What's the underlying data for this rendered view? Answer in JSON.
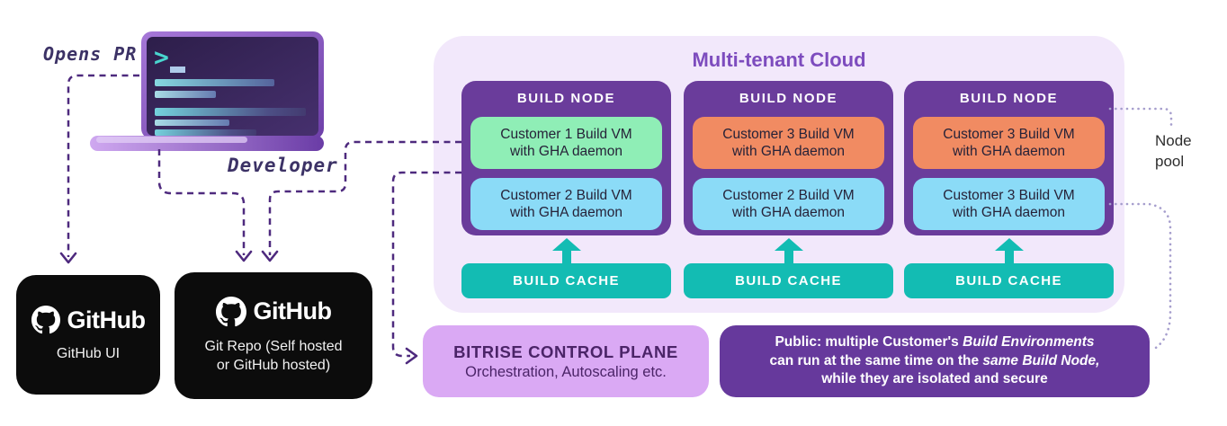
{
  "labels": {
    "opens_pr": "Opens PR",
    "developer": "Developer",
    "node_pool_line1": "Node",
    "node_pool_line2": "pool"
  },
  "github_ui": {
    "brand": "GitHub",
    "caption": "GitHub UI"
  },
  "git_repo": {
    "brand": "GitHub",
    "caption_line1": "Git Repo (Self hosted",
    "caption_line2": "or GitHub hosted)"
  },
  "cloud": {
    "title": "Multi-tenant Cloud",
    "nodes": [
      {
        "title": "BUILD NODE",
        "cache_label": "BUILD CACHE",
        "vms": [
          {
            "line1": "Customer 1 Build VM",
            "line2": "with GHA daemon",
            "color": "#8feeb6"
          },
          {
            "line1": "Customer 2 Build VM",
            "line2": "with GHA daemon",
            "color": "#8bdbf7"
          }
        ]
      },
      {
        "title": "BUILD NODE",
        "cache_label": "BUILD CACHE",
        "vms": [
          {
            "line1": "Customer 3 Build VM",
            "line2": "with GHA daemon",
            "color": "#f18b62"
          },
          {
            "line1": "Customer 2 Build VM",
            "line2": "with GHA daemon",
            "color": "#8bdbf7"
          }
        ]
      },
      {
        "title": "BUILD NODE",
        "cache_label": "BUILD CACHE",
        "vms": [
          {
            "line1": "Customer 3 Build VM",
            "line2": "with GHA daemon",
            "color": "#f18b62"
          },
          {
            "line1": "Customer 3 Build VM",
            "line2": "with GHA daemon",
            "color": "#8bdbf7"
          }
        ]
      }
    ]
  },
  "control_plane": {
    "title": "BITRISE CONTROL PLANE",
    "subtitle": "Orchestration, Autoscaling etc."
  },
  "public_note": {
    "lines": [
      [
        {
          "text": "Public: multiple Customer's ",
          "italic": false
        },
        {
          "text": "Build Environments",
          "italic": true
        }
      ],
      [
        {
          "text": "can run at the same time on the ",
          "italic": false
        },
        {
          "text": "same Build Node,",
          "italic": true
        }
      ],
      [
        {
          "text": "while they are isolated and secure",
          "italic": false
        }
      ]
    ]
  },
  "colors": {
    "dashed_line": "#4e2a7e",
    "dotted_line": "#a69ecd",
    "cloud_bg": "#f2e8fb",
    "cloud_title": "#7d4cbe",
    "node_bg": "#6a3c9b",
    "vm_green": "#8feeb6",
    "vm_blue": "#8bdbf7",
    "vm_orange": "#f18b62",
    "teal": "#13bcb3",
    "control_plane_bg": "#daa9f4",
    "public_note_bg": "#66399c",
    "github_box_bg": "#0c0c0c"
  }
}
